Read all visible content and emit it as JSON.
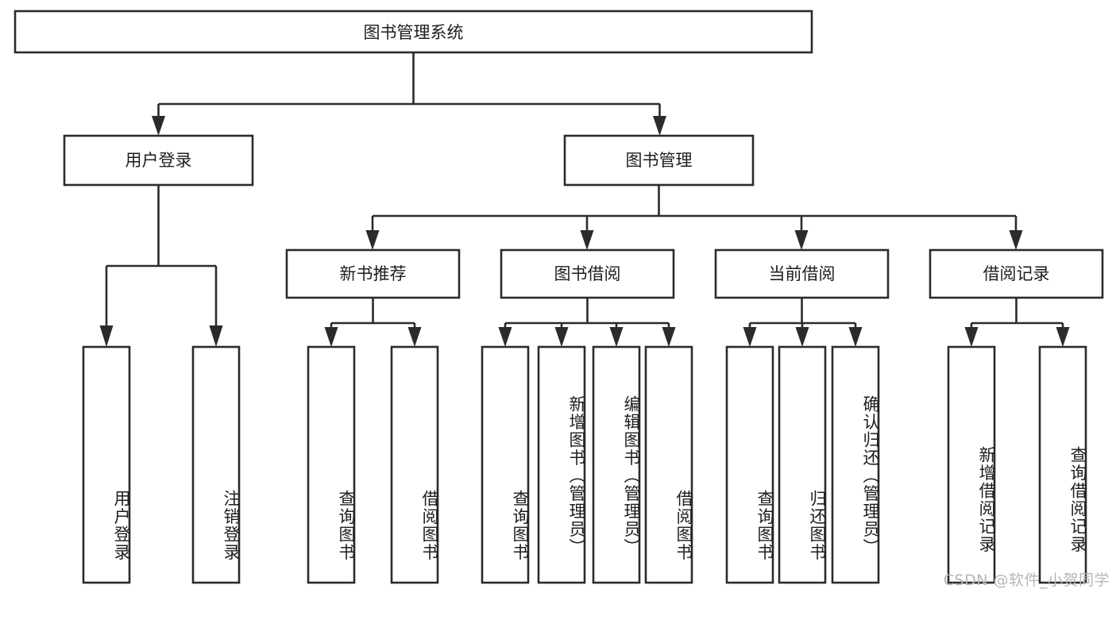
{
  "diagram": {
    "type": "hierarchy-tree",
    "title_node": {
      "label": "图书管理系统"
    },
    "level2": [
      {
        "id": "user-login",
        "label": "用户登录"
      },
      {
        "id": "book-manage",
        "label": "图书管理"
      }
    ],
    "level3": [
      {
        "id": "new-book-recommend",
        "label": "新书推荐",
        "parent": "book-manage"
      },
      {
        "id": "book-borrow",
        "label": "图书借阅",
        "parent": "book-manage"
      },
      {
        "id": "current-borrow",
        "label": "当前借阅",
        "parent": "book-manage"
      },
      {
        "id": "borrow-record",
        "label": "借阅记录",
        "parent": "book-manage"
      }
    ],
    "leaves": [
      {
        "id": "leaf-user-login",
        "label": "用户登录",
        "parent": "user-login"
      },
      {
        "id": "leaf-logout-login",
        "label": "注销登录",
        "parent": "user-login"
      },
      {
        "id": "leaf-query-book-1",
        "label": "查询图书",
        "parent": "new-book-recommend"
      },
      {
        "id": "leaf-borrow-book-1",
        "label": "借阅图书",
        "parent": "new-book-recommend"
      },
      {
        "id": "leaf-query-book-2",
        "label": "查询图书",
        "parent": "book-borrow"
      },
      {
        "id": "leaf-add-book",
        "label": "新增图书（管理员）",
        "parent": "book-borrow"
      },
      {
        "id": "leaf-edit-book",
        "label": "编辑图书（管理员）",
        "parent": "book-borrow"
      },
      {
        "id": "leaf-borrow-book-2",
        "label": "借阅图书",
        "parent": "book-borrow"
      },
      {
        "id": "leaf-query-book-3",
        "label": "查询图书",
        "parent": "current-borrow"
      },
      {
        "id": "leaf-return-book",
        "label": "归还图书",
        "parent": "current-borrow"
      },
      {
        "id": "leaf-confirm-return",
        "label": "确认归还（管理员）",
        "parent": "current-borrow"
      },
      {
        "id": "leaf-add-record",
        "label": "新增借阅记录",
        "parent": "borrow-record"
      },
      {
        "id": "leaf-query-record",
        "label": "查询借阅记录",
        "parent": "borrow-record"
      }
    ],
    "watermark": "CSDN @软件_小贺同学",
    "colors": {
      "stroke": "#2b2b2b",
      "fill": "#ffffff",
      "text": "#1d1d1d",
      "watermark": "#b6b6b6"
    }
  }
}
